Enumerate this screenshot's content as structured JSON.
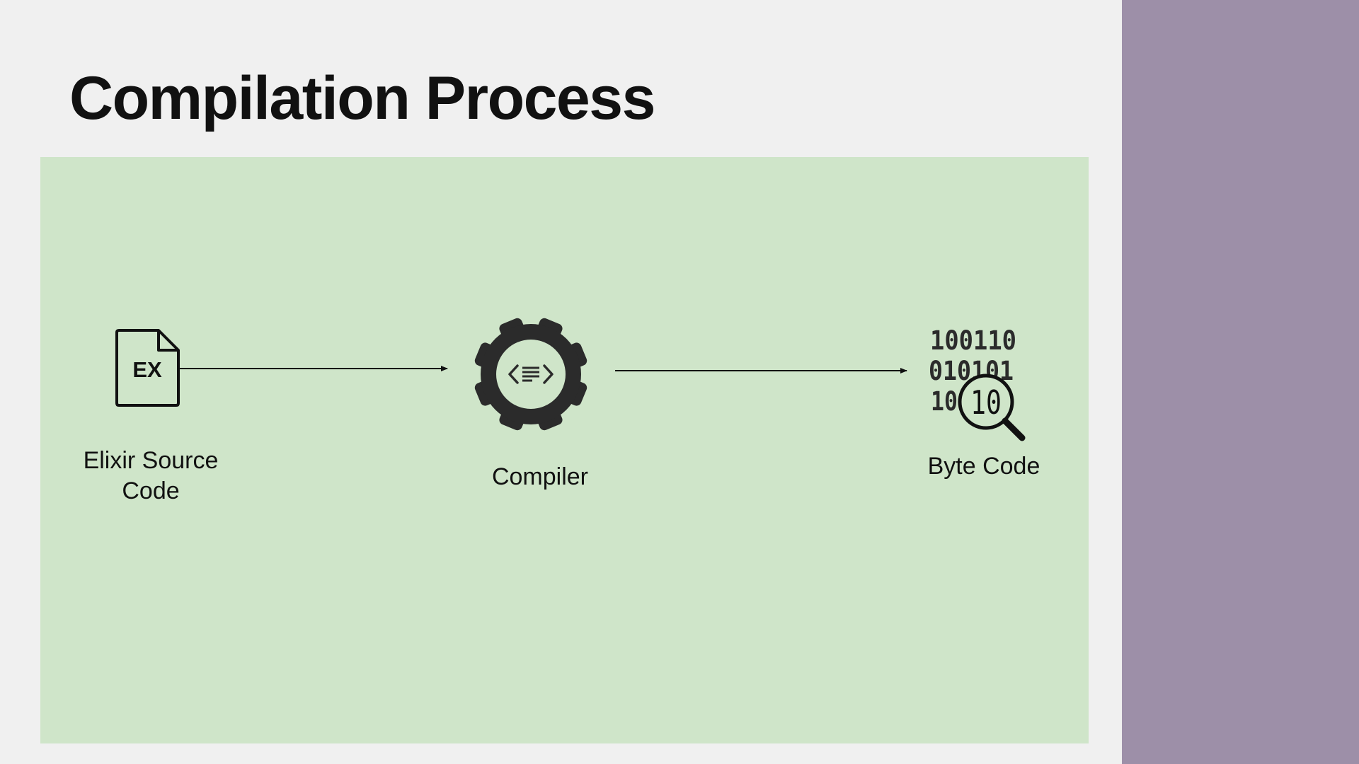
{
  "slide": {
    "title": "Compilation Process"
  },
  "colors": {
    "background": "#f0f0f0",
    "panel": "#cfe5c9",
    "sidebar": "#9d8fa8",
    "ink": "#111111",
    "icon_dark": "#2b2b2b"
  },
  "nodes": {
    "source": {
      "label_line1": "Elixir Source",
      "label_line2": "Code",
      "icon_text": "EX",
      "icon": "file-icon"
    },
    "compiler": {
      "label": "Compiler",
      "icon": "gear-code-icon"
    },
    "bytecode": {
      "label": "Byte Code",
      "icon": "binary-magnifier-icon",
      "rows": [
        "100110",
        "010101",
        "10"
      ],
      "lens_text": "10"
    }
  },
  "edges": [
    {
      "from": "source",
      "to": "compiler"
    },
    {
      "from": "compiler",
      "to": "bytecode"
    }
  ]
}
